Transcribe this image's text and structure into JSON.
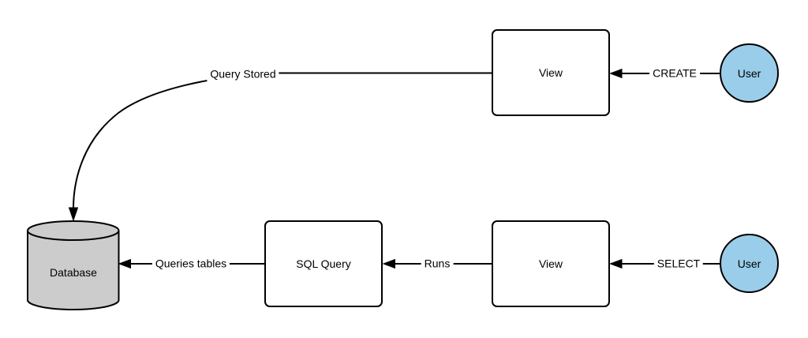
{
  "colors": {
    "stroke": "#000000",
    "text": "#000000",
    "node_fill": "#ffffff",
    "user_fill": "#9acdea",
    "database_fill": "#cccccc",
    "label_bg": "#ffffff"
  },
  "nodes": {
    "view_top": {
      "label": "View"
    },
    "view_bottom": {
      "label": "View"
    },
    "sql_query": {
      "label": "SQL Query"
    },
    "database": {
      "label": "Database"
    },
    "user_top": {
      "label": "User"
    },
    "user_bottom": {
      "label": "User"
    }
  },
  "edges": {
    "query_stored": {
      "label": "Query Stored"
    },
    "create": {
      "label": "CREATE"
    },
    "select": {
      "label": "SELECT"
    },
    "runs": {
      "label": "Runs"
    },
    "queries_tables": {
      "label": "Queries tables"
    }
  }
}
